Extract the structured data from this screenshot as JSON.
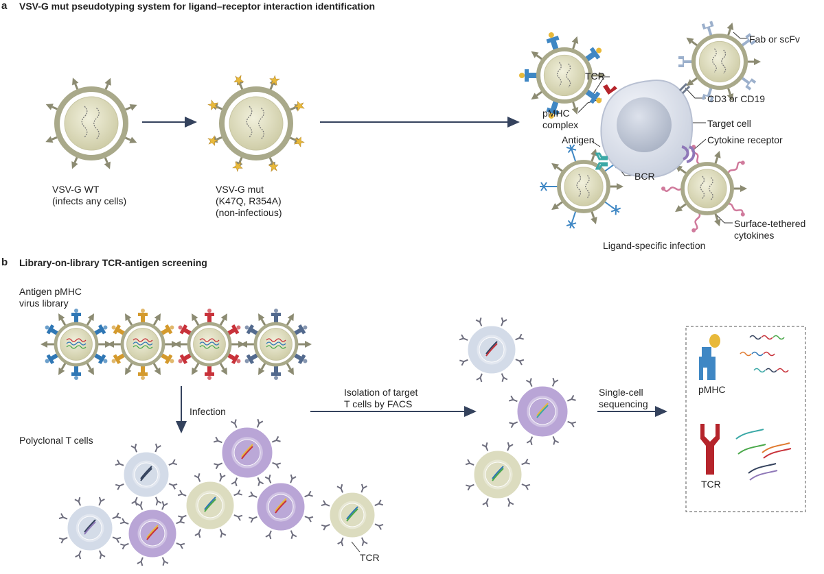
{
  "panel_a": {
    "label": "a",
    "title": "VSV-G mut pseudotyping system for ligand–receptor interaction identification",
    "wt_label": "VSV-G WT\n(infects any cells)",
    "mut_label": "VSV-G mut\n(K47Q, R354A)\n(non-infectious)",
    "labels": {
      "fab": "Fab or scFv",
      "tcr": "TCR",
      "pmhc": "pMHC\ncomplex",
      "cd3": "CD3 or CD19",
      "target": "Target cell",
      "antigen": "Antigen",
      "cytokine_receptor": "Cytokine receptor",
      "bcr": "BCR",
      "surface_tethered": "Surface-tethered\ncytokines"
    },
    "caption": "Ligand-specific infection"
  },
  "panel_b": {
    "label": "b",
    "title": "Library-on-library TCR-antigen screening",
    "library_label": "Antigen pMHC\nvirus library",
    "infection": "Infection",
    "polyclonal": "Polyclonal T cells",
    "isolation": "Isolation of target\nT cells by FACS",
    "sequencing": "Single-cell\nsequencing",
    "pmhc": "pMHC",
    "tcr_box": "TCR",
    "tcr_bottom": "TCR"
  },
  "colors": {
    "virus_ring": "#a9a98a",
    "virus_core": "#e2e1c6",
    "arrow": "#34425d",
    "receptor_blue": "#3f87c4",
    "tcr_red": "#b5242b",
    "pmhc_yellow": "#e8b93a",
    "tcell_purple": "#b9a5d6",
    "tcell_blue": "#d3dbe8",
    "tcell_olive": "#dcdcbf",
    "bcr_teal": "#3aa8a6",
    "cytokine_pink": "#d07a9c",
    "fab_gray": "#9cb0cc"
  }
}
